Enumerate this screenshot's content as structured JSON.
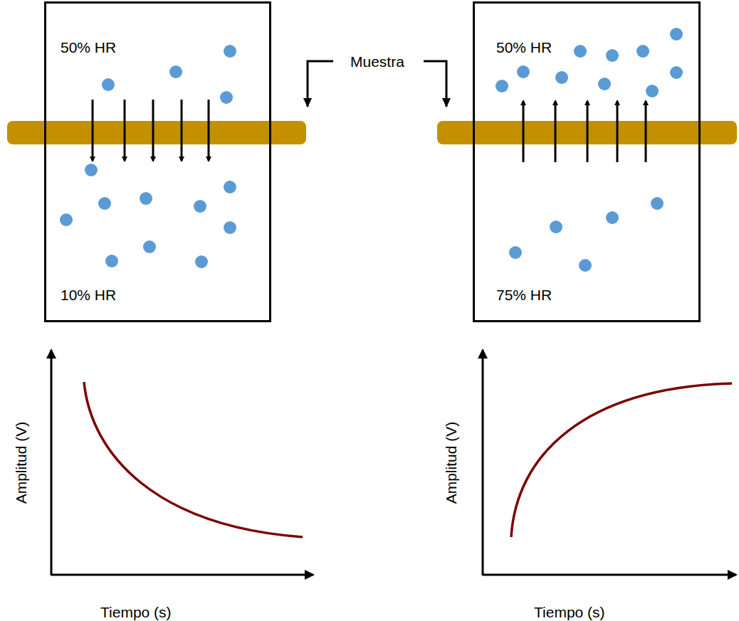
{
  "diagram": {
    "nodes": [
      {
        "text": [
          "50% HR",
          "10% HR"
        ]
      },
      {
        "text": [
          "50% HR",
          "75% HR"
        ]
      }
    ],
    "labels": [
      "Muestra",
      "Amplitud (V)",
      "Tiempo (s)",
      "Amplitud (V)",
      "Tiempo (s)"
    ]
  }
}
